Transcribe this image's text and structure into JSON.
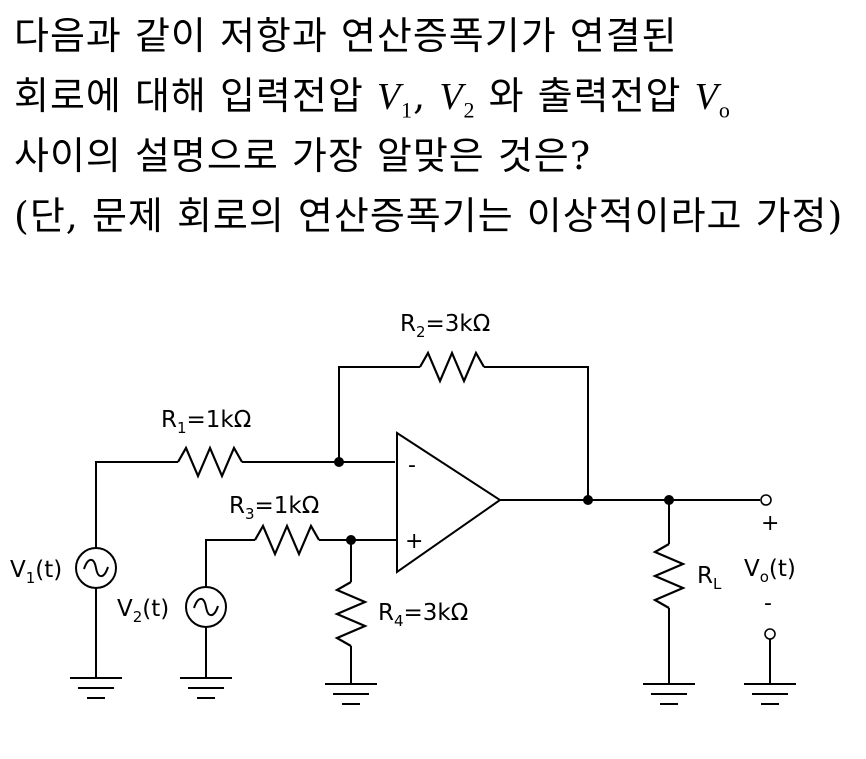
{
  "question": {
    "line1": "다음과 같이 저항과 연산증폭기가 연결된",
    "line2_a": "회로에 대해 입력전압",
    "v1": "V",
    "v1_sub": "1",
    "comma": ",",
    "v2": "V",
    "v2_sub": "2",
    "line2_b": "와 출력전압",
    "vo": "V",
    "vo_sub": "o",
    "line3": "사이의 설명으로 가장 알맞은 것은?",
    "line4": "(단, 문제 회로의 연산증폭기는 이상적이라고 가정)"
  },
  "circuit": {
    "r1": {
      "name": "R",
      "sub": "1",
      "value": "=1kΩ"
    },
    "r2": {
      "name": "R",
      "sub": "2",
      "value": "=3kΩ"
    },
    "r3": {
      "name": "R",
      "sub": "3",
      "value": "=1kΩ"
    },
    "r4": {
      "name": "R",
      "sub": "4",
      "value": "=3kΩ"
    },
    "rl": {
      "name": "R",
      "sub": "L"
    },
    "v1": {
      "name": "V",
      "sub": "1",
      "arg": "(t)"
    },
    "v2": {
      "name": "V",
      "sub": "2",
      "arg": "(t)"
    },
    "vo": {
      "name": "V",
      "sub": "o",
      "arg": "(t)"
    },
    "opamp_minus": "-",
    "opamp_plus": "+",
    "out_plus": "+",
    "out_minus": "-"
  }
}
